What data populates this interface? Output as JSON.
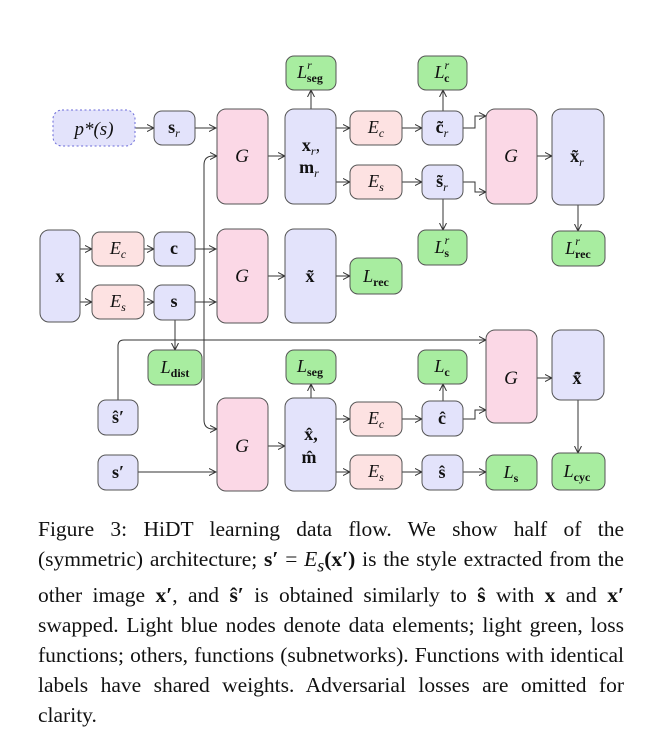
{
  "palette": {
    "data_node": "#e3e3fb",
    "loss_node": "#a8eda0",
    "generator_node": "#fbd8e6",
    "encoder_node": "#fde2e2",
    "border": "#555555",
    "prior_border": "#6a6ad8"
  },
  "nodes": {
    "prior": {
      "label": "p*(s)"
    },
    "s_r": {
      "label": "s",
      "sub": "r"
    },
    "x": {
      "label": "x"
    },
    "ec_enc_x": {
      "label": "E",
      "sub": "c"
    },
    "es_enc_x": {
      "label": "E",
      "sub": "s"
    },
    "c": {
      "label": "c"
    },
    "s": {
      "label": "s"
    },
    "g_random": {
      "label": "G"
    },
    "g_recon": {
      "label": "G"
    },
    "g_swap": {
      "label": "G"
    },
    "xr_mr": {
      "label1": "x",
      "sub1": "r",
      "label2": "m",
      "sub2": "r"
    },
    "x_tilde": {
      "label": "x̃"
    },
    "xhat_mhat": {
      "label1": "x̂,",
      "label2": "m̂"
    },
    "ec_enc_r": {
      "label": "E",
      "sub": "c"
    },
    "es_enc_r": {
      "label": "E",
      "sub": "s"
    },
    "c_tilde_r": {
      "label": "c̃",
      "sub": "r"
    },
    "s_tilde_r": {
      "label": "s̃",
      "sub": "r"
    },
    "g_r2": {
      "label": "G"
    },
    "x_tilde_r": {
      "label": "x̃",
      "sub": "r"
    },
    "ec_enc_hat": {
      "label": "E",
      "sub": "c"
    },
    "es_enc_hat": {
      "label": "E",
      "sub": "s"
    },
    "c_hat": {
      "label": "ĉ"
    },
    "s_hat": {
      "label": "ŝ"
    },
    "g_cyc": {
      "label": "G"
    },
    "x_hat_tilde": {
      "label": "x̂̃"
    },
    "s_hat_prime": {
      "label": "ŝ′"
    },
    "s_prime": {
      "label": "s′"
    },
    "loss_seg_r": {
      "label": "L",
      "sub": "seg",
      "sup": "r"
    },
    "loss_c_r": {
      "label": "L",
      "sub": "c",
      "sup": "r"
    },
    "loss_s_r": {
      "label": "L",
      "sub": "s",
      "sup": "r"
    },
    "loss_rec_r": {
      "label": "L",
      "sub": "rec",
      "sup": "r"
    },
    "loss_rec": {
      "label": "L",
      "sub": "rec"
    },
    "loss_dist": {
      "label": "L",
      "sub": "dist"
    },
    "loss_seg": {
      "label": "L",
      "sub": "seg"
    },
    "loss_c": {
      "label": "L",
      "sub": "c"
    },
    "loss_s": {
      "label": "L",
      "sub": "s"
    },
    "loss_cyc": {
      "label": "L",
      "sub": "cyc"
    }
  },
  "caption": {
    "p1": "Figure 3: HiDT learning data flow. We show half of the (symmetric) architecture; ",
    "s_prime": "s′",
    "eq": " = ",
    "es": "E",
    "es_sub": "s",
    "es_arg": "(x′)",
    "p2": " is the style extracted from the other image ",
    "x_prime": "x′",
    "p3": ", and ",
    "s_hat_prime": "ŝ′",
    "p4": " is obtained similarly to ",
    "s_hat": "ŝ",
    "p5": " with ",
    "x": "x",
    "p6": " and ",
    "x_prime2": "x′",
    "p7": " swapped. Light blue nodes denote data elements; light green, loss functions; others, functions (subnetworks). Functions with identical labels have shared weights. Adversarial losses are omitted for clarity."
  }
}
